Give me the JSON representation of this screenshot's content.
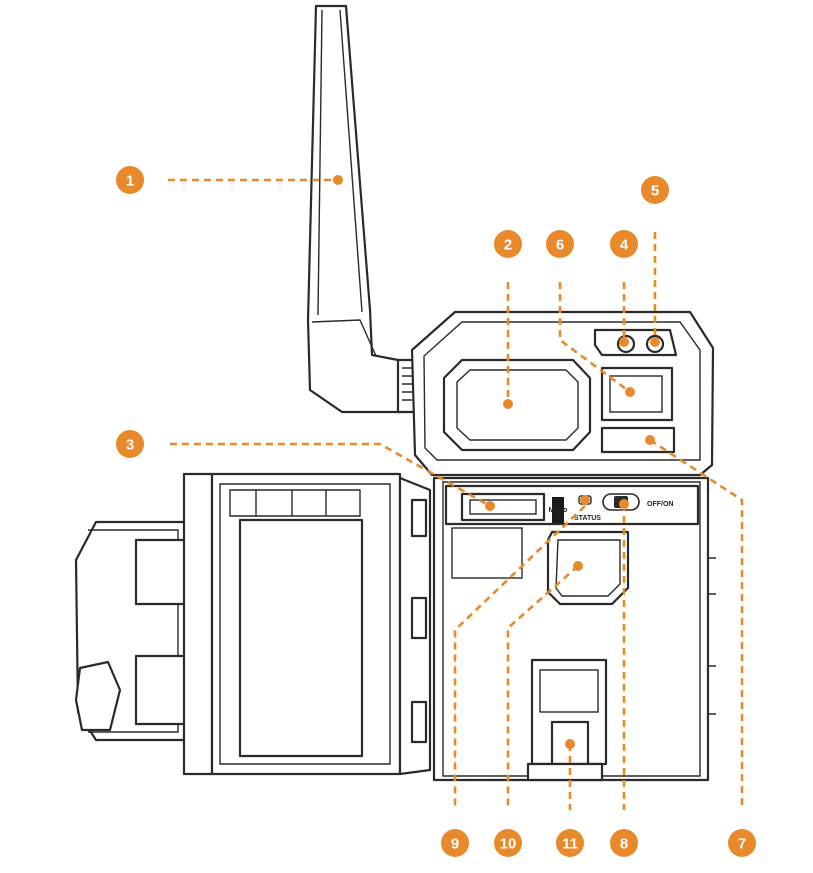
{
  "figure": {
    "palette": {
      "accent": "#e8892b",
      "line": "#2a2a2a",
      "background": "#ffffff"
    },
    "device_labels": {
      "status": "STATUS",
      "power_switch": "OFF/ON",
      "sd_slot_line1": "Micro",
      "sd_slot_line2": "SD"
    },
    "callouts": [
      {
        "number": "1"
      },
      {
        "number": "2"
      },
      {
        "number": "3"
      },
      {
        "number": "4"
      },
      {
        "number": "5"
      },
      {
        "number": "6"
      },
      {
        "number": "7"
      },
      {
        "number": "8"
      },
      {
        "number": "9"
      },
      {
        "number": "10"
      },
      {
        "number": "11"
      }
    ]
  }
}
